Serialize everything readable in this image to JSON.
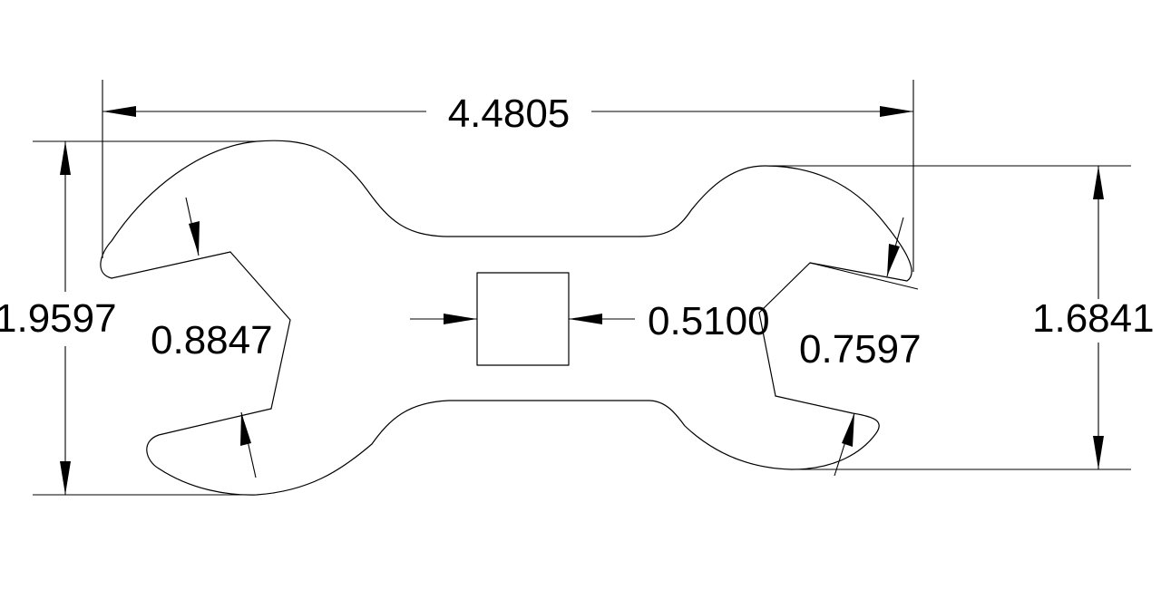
{
  "drawing": {
    "dimensions": {
      "overall_length": "4.4805",
      "left_height": "1.9597",
      "right_height": "1.6841",
      "left_jaw_opening": "0.8847",
      "right_jaw_opening": "0.7597",
      "square_size": "0.5100"
    }
  }
}
